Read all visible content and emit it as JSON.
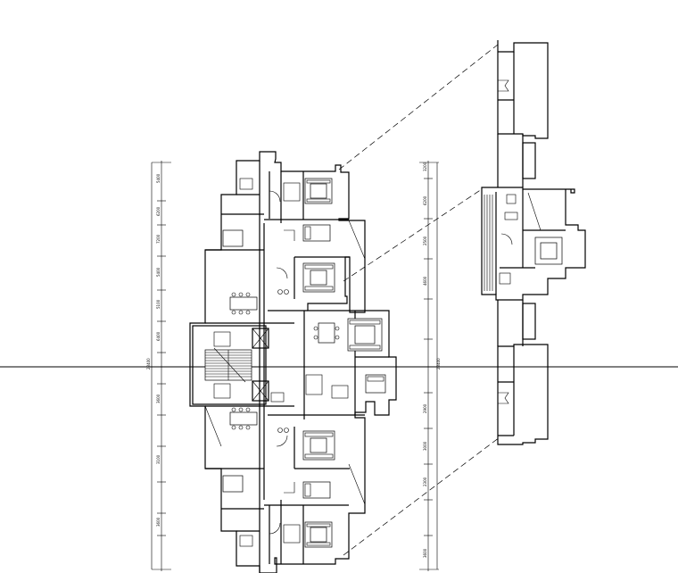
{
  "drawing": {
    "left_dimension_labels": [
      "5400",
      "6200",
      "7200",
      "5400",
      "5100",
      "6400",
      "3600",
      "3100",
      "3600"
    ],
    "left_total_label": "28400",
    "right_dimension_labels": [
      "3200",
      "6200",
      "2500",
      "4600",
      "2900",
      "3000",
      "2300",
      "3600"
    ],
    "right_total_label": "28400",
    "centerline_color": "#000000",
    "line_color": "#000000"
  }
}
